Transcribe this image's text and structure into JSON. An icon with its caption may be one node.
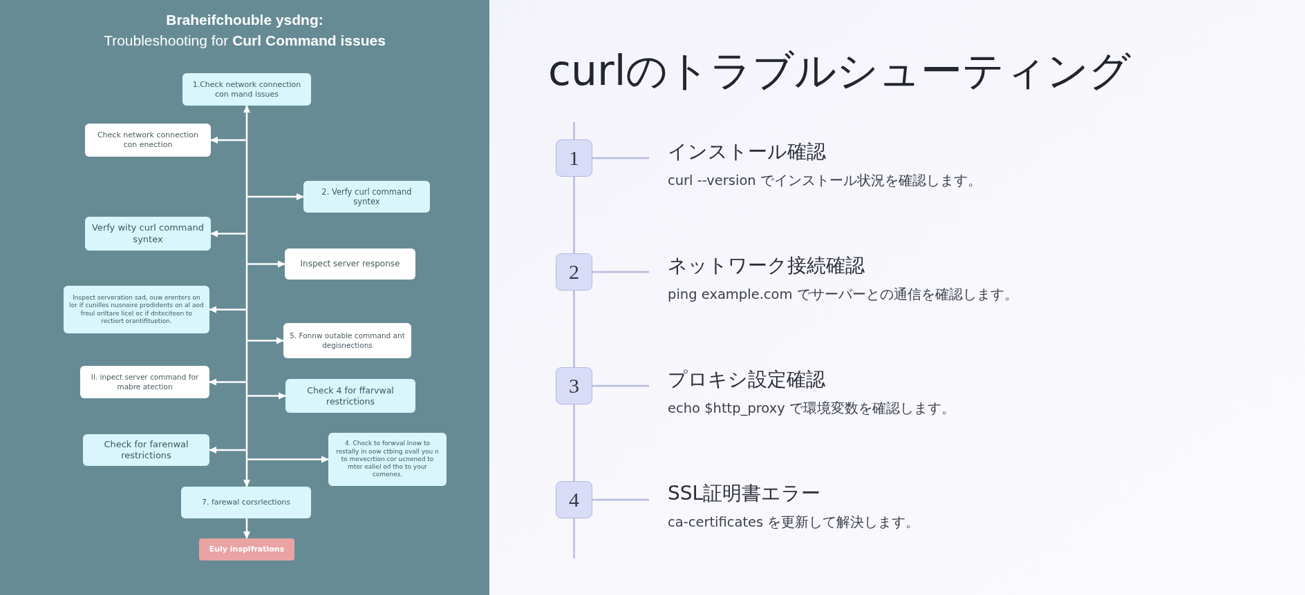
{
  "diagram": {
    "title": "curlのトラブルシューティング",
    "nodes": [
      {
        "text": [
          "1.Check network connection con mand issues"
        ]
      },
      {
        "text": [
          "Check network connection con enection"
        ]
      },
      {
        "text": [
          "2. Verfy curl command syntex"
        ]
      },
      {
        "text": [
          "Verfy wity curl command syntex"
        ]
      },
      {
        "text": [
          "Inspect server response"
        ]
      },
      {
        "text": [
          "Inspect serveration sad, ouw erenters on lor if cunilles nusnoire prodidents on al aod freul oriltare licel oc if dnteciteen to rectiert orantifituetion."
        ]
      },
      {
        "text": [
          "5. Fonnw outable command ant degisnections"
        ]
      },
      {
        "text": [
          "Il. inpect server command for mabre atection"
        ]
      },
      {
        "text": [
          "Check 4 for ffarvwal restrictions"
        ]
      },
      {
        "text": [
          "Check for farenwal restrictions"
        ]
      },
      {
        "text": [
          "4. Check to forwval Inow to restally in oow ctbing ovall you n to mevecrtion cor ucnened to mter ealiel od tho to your comenes."
        ]
      },
      {
        "text": [
          "7. farewal corsrlections"
        ]
      },
      {
        "text": [
          "Euly inspifrations"
        ]
      },
      {
        "text": [
          "1"
        ]
      },
      {
        "text": [
          "インストール確認",
          "curl --version でインストール状況を確認します。"
        ]
      },
      {
        "text": [
          "2"
        ]
      },
      {
        "text": [
          "ネットワーク接続確認",
          "ping example.com でサーバーとの通信を確認します。"
        ]
      },
      {
        "text": [
          "3"
        ]
      },
      {
        "text": [
          "プロキシ設定確認",
          "echo $http_proxy で環境変数を確認します。"
        ]
      },
      {
        "text": [
          "4"
        ]
      },
      {
        "text": [
          "SSL証明書エラー",
          "ca-certificates を更新して解決します。"
        ]
      }
    ],
    "edges": [
      {
        "from": 11,
        "to": 0,
        "arrow": "both"
      },
      {
        "from": null,
        "to": 1,
        "arrow": "to"
      },
      {
        "from": null,
        "to": 2,
        "arrow": "to"
      },
      {
        "from": null,
        "to": 3,
        "arrow": "to"
      },
      {
        "from": null,
        "to": 4,
        "arrow": "to"
      },
      {
        "from": null,
        "to": 5,
        "arrow": "to"
      },
      {
        "from": null,
        "to": 6,
        "arrow": "to"
      },
      {
        "from": null,
        "to": 7,
        "arrow": "to"
      },
      {
        "from": null,
        "to": 8,
        "arrow": "to"
      },
      {
        "from": null,
        "to": 9,
        "arrow": "to"
      },
      {
        "from": null,
        "to": 10,
        "arrow": "to"
      },
      {
        "from": 11,
        "to": 12,
        "arrow": "to"
      },
      {
        "from": 13,
        "to": 14,
        "arrow": "none",
        "color": "#b6bbdd"
      },
      {
        "from": 15,
        "to": 16,
        "arrow": "none",
        "color": "#b6bbdd"
      },
      {
        "from": 17,
        "to": 18,
        "arrow": "none",
        "color": "#b6bbdd"
      },
      {
        "from": 19,
        "to": 20,
        "arrow": "none",
        "color": "#b6bbdd"
      },
      {
        "from": 13,
        "to": 15,
        "arrow": "none",
        "color": "#b6bbdd"
      },
      {
        "from": 15,
        "to": 17,
        "arrow": "none",
        "color": "#b6bbdd"
      },
      {
        "from": 17,
        "to": 19,
        "arrow": "none",
        "color": "#b6bbdd"
      }
    ],
    "labels": [
      "Braheifchouble ysdng:",
      "Troubleshooting for **Curl Command issues**"
    ]
  }
}
